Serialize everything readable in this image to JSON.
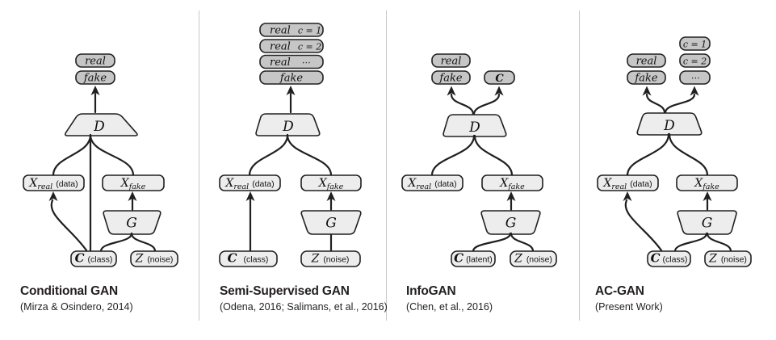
{
  "colors": {
    "background": "#ffffff",
    "box_fill_light": "#ededed",
    "box_fill_dark": "#c6c6c6",
    "line_stroke": "#202020",
    "divider": "#c8c8c8",
    "caption_text": "#231f20"
  },
  "panels": [
    {
      "title": "Conditional GAN",
      "citation": "(Mirza & Osindero, 2014)",
      "outputs": {
        "real": "real",
        "fake": "fake"
      },
      "d": "D",
      "g": "G",
      "x_real": {
        "x": "X",
        "sub": "real",
        "annot": "(data)"
      },
      "x_fake": {
        "x": "X",
        "sub": "fake"
      },
      "c": {
        "sym": "C",
        "annot": "(class)"
      },
      "z": {
        "sym": "Z",
        "annot": "(noise)"
      }
    },
    {
      "title": "Semi-Supervised GAN",
      "citation": "(Odena, 2016;  Salimans, et al., 2016)",
      "outputs": {
        "rows": [
          {
            "left": "real",
            "right": "c = 1"
          },
          {
            "left": "real",
            "right": "c = 2"
          },
          {
            "left": "real",
            "right": "⋯"
          }
        ],
        "fake": "fake"
      },
      "d": "D",
      "g": "G",
      "x_real": {
        "x": "X",
        "sub": "real",
        "annot": "(data)"
      },
      "x_fake": {
        "x": "X",
        "sub": "fake"
      },
      "c": {
        "sym": "C",
        "annot": "(class)"
      },
      "z": {
        "sym": "Z",
        "annot": "(noise)"
      }
    },
    {
      "title": "InfoGAN",
      "citation": "(Chen, et al., 2016)",
      "outputs": {
        "real": "real",
        "fake": "fake",
        "aux": "C"
      },
      "d": "D",
      "g": "G",
      "x_real": {
        "x": "X",
        "sub": "real",
        "annot": "(data)"
      },
      "x_fake": {
        "x": "X",
        "sub": "fake"
      },
      "c": {
        "sym": "C",
        "annot": "(latent)"
      },
      "z": {
        "sym": "Z",
        "annot": "(noise)"
      }
    },
    {
      "title": "AC-GAN",
      "citation": "(Present Work)",
      "outputs": {
        "real": "real",
        "fake": "fake",
        "classes": [
          "c = 1",
          "c = 2",
          "⋯"
        ]
      },
      "d": "D",
      "g": "G",
      "x_real": {
        "x": "X",
        "sub": "real",
        "annot": "(data)"
      },
      "x_fake": {
        "x": "X",
        "sub": "fake"
      },
      "c": {
        "sym": "C",
        "annot": "(class)"
      },
      "z": {
        "sym": "Z",
        "annot": "(noise)"
      }
    }
  ]
}
